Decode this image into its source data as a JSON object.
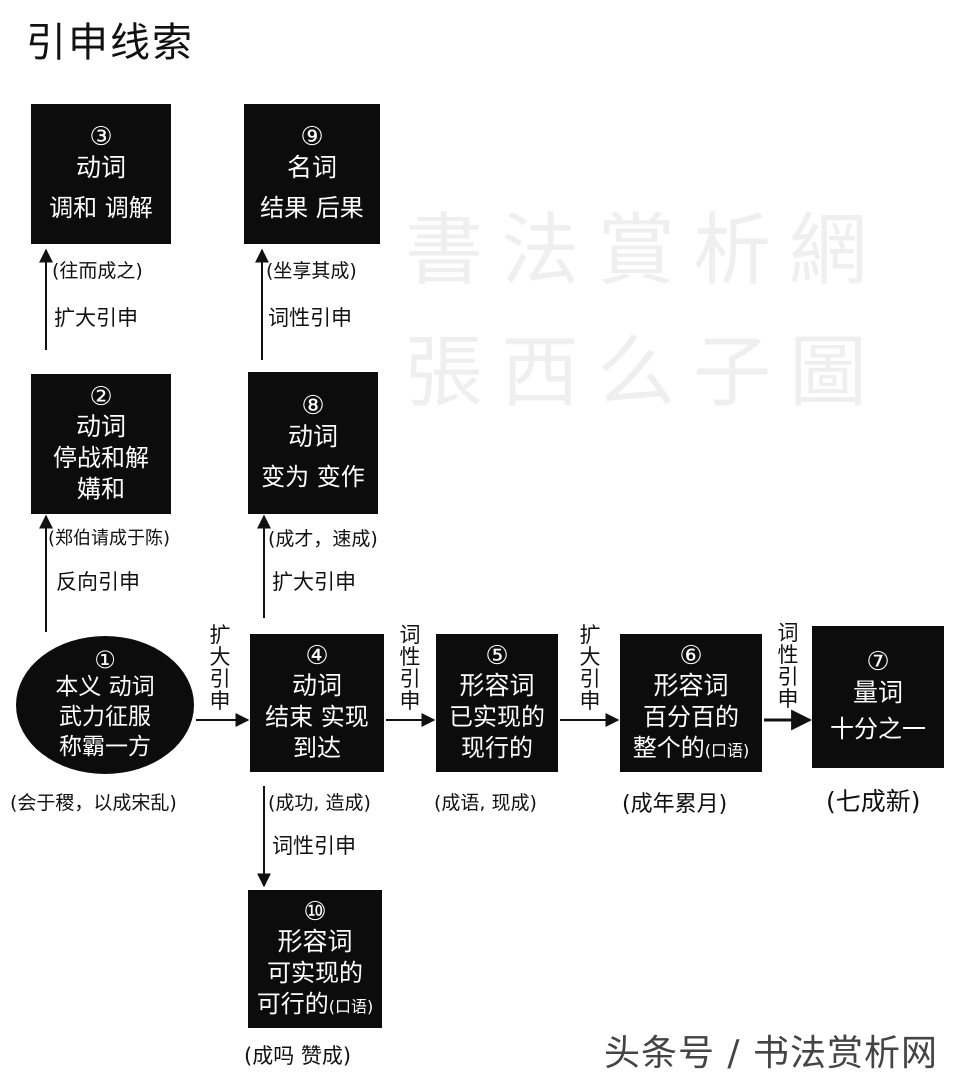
{
  "title": "引申线索",
  "watermark": [
    "書法賞析網",
    "張西么子圖"
  ],
  "footer": "头条号 / 书法赏析网",
  "nodes": {
    "n1": {
      "num": "①",
      "lines": [
        "本义 动词",
        "武力征服",
        "称霸一方"
      ],
      "example": "(会于稷，以成宋乱)"
    },
    "n2": {
      "num": "②",
      "pos": "动词",
      "lines": [
        "停战和解",
        "媾和"
      ],
      "example": "(郑伯请成于陈)"
    },
    "n3": {
      "num": "③",
      "pos": "动词",
      "lines": [
        "调和 调解"
      ],
      "example": "(往而成之)"
    },
    "n4": {
      "num": "④",
      "pos": "动词",
      "lines": [
        "结束 实现",
        "到达"
      ],
      "example": "(成功, 造成)"
    },
    "n5": {
      "num": "⑤",
      "pos": "形容词",
      "lines": [
        "已实现的",
        "现行的"
      ],
      "example": "(成语, 现成)"
    },
    "n6": {
      "num": "⑥",
      "pos": "形容词",
      "lines": [
        "百分百的"
      ],
      "line_main": "整个的",
      "line_note": "(口语)",
      "example": "(成年累月)"
    },
    "n7": {
      "num": "⑦",
      "pos": "量词",
      "lines": [
        "十分之一"
      ],
      "example": "(七成新)"
    },
    "n8": {
      "num": "⑧",
      "pos": "动词",
      "lines": [
        "变为 变作"
      ],
      "example": "(成才，速成)"
    },
    "n9": {
      "num": "⑨",
      "pos": "名词",
      "lines": [
        "结果 后果"
      ],
      "example": "(坐享其成)"
    },
    "n10": {
      "num": "⑩",
      "pos": "形容词",
      "lines": [
        "可实现的"
      ],
      "line_main": "可行的",
      "line_note": "(口语)",
      "example": "(成吗 赞成)"
    }
  },
  "edges": {
    "e1_4": "扩大引申",
    "e4_5": "词性引申",
    "e5_6": "扩大引申",
    "e6_7": "词性引申",
    "e1_2": "反向引申",
    "e2_3": "扩大引申",
    "e4_8": "扩大引申",
    "e8_9": "词性引申",
    "e4_10": "词性引申"
  }
}
